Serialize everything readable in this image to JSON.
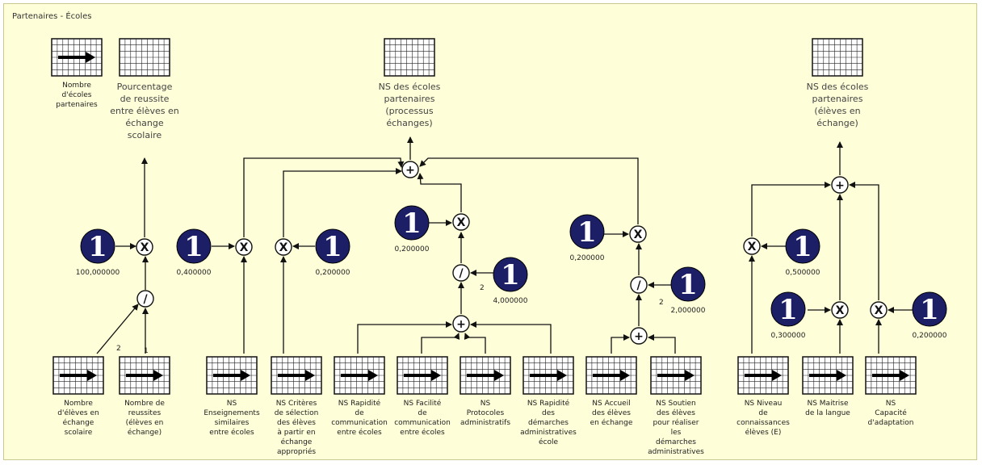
{
  "window": {
    "title": "Partenaires - Écoles"
  },
  "diagram": {
    "tables": [
      {
        "id": "t_nb_ecoles",
        "label": "Nombre\nd'écoles\npartenaires",
        "arrow": true,
        "big": false
      },
      {
        "id": "t_pourcentage",
        "label": "Pourcentage\nde reussite\nentre élèves en\néchange\nscolaire",
        "arrow": false,
        "big": true
      },
      {
        "id": "t_ns_proc",
        "label": "NS des écoles\npartenaires\n(processus\néchanges)",
        "arrow": false,
        "big": true
      },
      {
        "id": "t_ns_eleves",
        "label": "NS des écoles\npartenaires\n(élèves en\néchange)",
        "arrow": false,
        "big": true
      },
      {
        "id": "t_nb_eleves",
        "label": "Nombre\nd'élèves en\néchange\nscolaire",
        "arrow": true,
        "big": false
      },
      {
        "id": "t_nb_reussites",
        "label": "Nombre de\nreussites\n(élèves en\néchange)",
        "arrow": true,
        "big": false
      },
      {
        "id": "t_ns_ens",
        "label": "NS\nEnseignements\nsimilaires\nentre écoles",
        "arrow": true,
        "big": false
      },
      {
        "id": "t_ns_crit",
        "label": "NS Critères\nde sélection\ndes élèves\nà partir en\néchange\nappropriés",
        "arrow": true,
        "big": false
      },
      {
        "id": "t_ns_rap_com",
        "label": "NS Rapidité\nde\ncommunication\nentre écoles",
        "arrow": true,
        "big": false
      },
      {
        "id": "t_ns_fac_com",
        "label": "NS Facilité\nde\ncommunication\nentre écoles",
        "arrow": true,
        "big": false
      },
      {
        "id": "t_ns_proto",
        "label": "NS\nProtocoles\nadministratifs",
        "arrow": true,
        "big": false
      },
      {
        "id": "t_ns_rap_dem",
        "label": "NS Rapidité\ndes\ndémarches\nadministratives\nécole",
        "arrow": true,
        "big": false
      },
      {
        "id": "t_ns_accueil",
        "label": "NS Accueil\ndes élèves\nen échange",
        "arrow": true,
        "big": false
      },
      {
        "id": "t_ns_soutien",
        "label": "NS Soutien\ndes élèves\npour réaliser\nles\ndémarches\nadministratives",
        "arrow": true,
        "big": false
      },
      {
        "id": "t_ns_niveau",
        "label": "NS Niveau\nde\nconnaissances\nélèves (E)",
        "arrow": true,
        "big": false
      },
      {
        "id": "t_ns_maitrise",
        "label": "NS Maitrise\nde la langue",
        "arrow": true,
        "big": false
      },
      {
        "id": "t_ns_capacite",
        "label": "NS\nCapacité\nd'adaptation",
        "arrow": true,
        "big": false
      }
    ],
    "constants": [
      {
        "id": "c1",
        "symbol": "1",
        "value": "100,000000"
      },
      {
        "id": "c2",
        "symbol": "1",
        "value": "0,400000"
      },
      {
        "id": "c3",
        "symbol": "1",
        "value": "0,200000"
      },
      {
        "id": "c4",
        "symbol": "1",
        "value": "0,200000"
      },
      {
        "id": "c5",
        "symbol": "1",
        "value": "4,000000"
      },
      {
        "id": "c6",
        "symbol": "1",
        "value": "0,200000"
      },
      {
        "id": "c7",
        "symbol": "1",
        "value": "2,000000"
      },
      {
        "id": "c8",
        "symbol": "1",
        "value": "0,500000"
      },
      {
        "id": "c9",
        "symbol": "1",
        "value": "0,300000"
      },
      {
        "id": "c10",
        "symbol": "1",
        "value": "0,200000"
      }
    ],
    "operators": [
      {
        "id": "o_mul1",
        "symbol": "X",
        "kind": "multiply"
      },
      {
        "id": "o_div1",
        "symbol": "/",
        "kind": "divide"
      },
      {
        "id": "o_mul2",
        "symbol": "X",
        "kind": "multiply"
      },
      {
        "id": "o_mul3",
        "symbol": "X",
        "kind": "multiply"
      },
      {
        "id": "o_add_top",
        "symbol": "+",
        "kind": "add"
      },
      {
        "id": "o_mul4",
        "symbol": "X",
        "kind": "multiply"
      },
      {
        "id": "o_div2",
        "symbol": "/",
        "kind": "divide"
      },
      {
        "id": "o_add_mid",
        "symbol": "+",
        "kind": "add"
      },
      {
        "id": "o_mul5",
        "symbol": "X",
        "kind": "multiply"
      },
      {
        "id": "o_div3",
        "symbol": "/",
        "kind": "divide"
      },
      {
        "id": "o_add_r",
        "symbol": "+",
        "kind": "add"
      },
      {
        "id": "o_add_far",
        "symbol": "+",
        "kind": "add"
      },
      {
        "id": "o_mul6",
        "symbol": "X",
        "kind": "multiply"
      },
      {
        "id": "o_mul7",
        "symbol": "X",
        "kind": "multiply"
      },
      {
        "id": "o_mul8",
        "symbol": "X",
        "kind": "multiply"
      }
    ],
    "edge_labels": [
      {
        "id": "e1",
        "text": "2"
      },
      {
        "id": "e2",
        "text": "1"
      },
      {
        "id": "e3",
        "text": "2"
      },
      {
        "id": "e4",
        "text": "2"
      }
    ],
    "colors": {
      "background": "#fefed8",
      "constant_fill": "#1c1f66",
      "line": "#111111"
    }
  }
}
